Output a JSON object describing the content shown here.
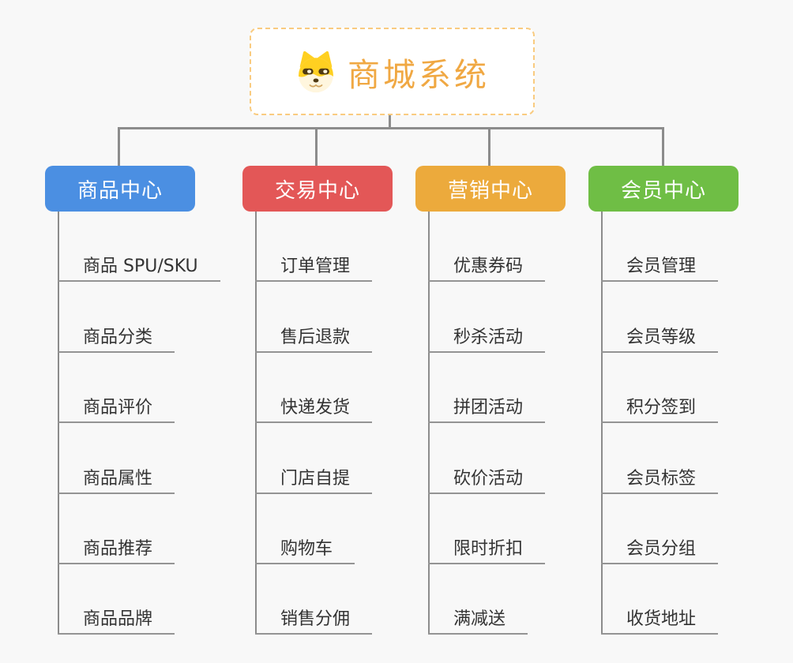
{
  "root": {
    "title": "商城系统",
    "icon": "dog-face-icon"
  },
  "branches": [
    {
      "label": "商品中心",
      "color": "#4b8fe2",
      "items": [
        "商品 SPU/SKU",
        "商品分类",
        "商品评价",
        "商品属性",
        "商品推荐",
        "商品品牌"
      ]
    },
    {
      "label": "交易中心",
      "color": "#e35757",
      "items": [
        "订单管理",
        "售后退款",
        "快递发货",
        "门店自提",
        "购物车",
        "销售分佣"
      ]
    },
    {
      "label": "营销中心",
      "color": "#ecaa3c",
      "items": [
        "优惠券码",
        "秒杀活动",
        "拼团活动",
        "砍价活动",
        "限时折扣",
        "满减送"
      ]
    },
    {
      "label": "会员中心",
      "color": "#6fbe45",
      "items": [
        "会员管理",
        "会员等级",
        "积分签到",
        "会员标签",
        "会员分组",
        "收货地址"
      ]
    }
  ],
  "colors": {
    "background": "#f8f8f8",
    "connector_line": "#8c8c8c",
    "item_underline": "#949494",
    "item_text": "#333333",
    "root_border": "#f9cb80",
    "root_title": "#f0a843",
    "branch_text": "#ffffff"
  }
}
